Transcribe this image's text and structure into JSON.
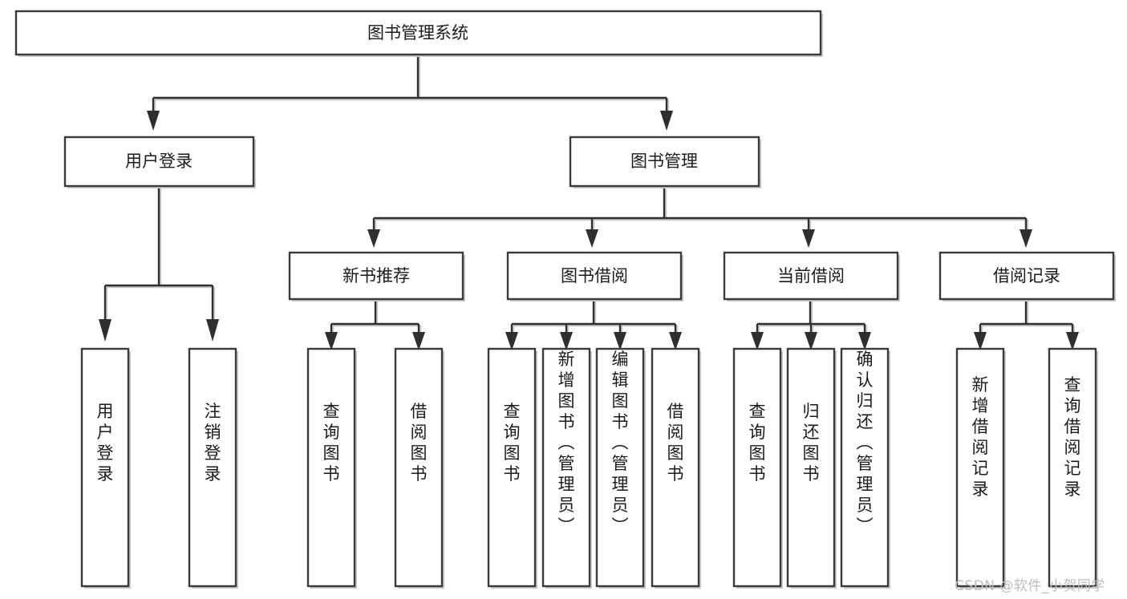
{
  "diagram": {
    "type": "tree",
    "title": "图书管理系统",
    "orientation": "top-down",
    "background_color": "#ffffff",
    "box_fill": "#ffffff",
    "box_stroke": "#3a3a3a",
    "edge_color": "#2f2f2f",
    "text_color": "#1b1b1b",
    "levels": 4
  },
  "nodes": {
    "root": {
      "label": "图书管理系统",
      "level": 1,
      "orient": "horizontal"
    },
    "user_login": {
      "label": "用户登录",
      "level": 2,
      "orient": "horizontal"
    },
    "book_manage": {
      "label": "图书管理",
      "level": 2,
      "orient": "horizontal"
    },
    "new_book_rec": {
      "label": "新书推荐",
      "level": 3,
      "orient": "horizontal"
    },
    "book_borrow": {
      "label": "图书借阅",
      "level": 3,
      "orient": "horizontal"
    },
    "current_borrow": {
      "label": "当前借阅",
      "level": 3,
      "orient": "horizontal"
    },
    "borrow_record": {
      "label": "借阅记录",
      "level": 3,
      "orient": "horizontal"
    },
    "leaf_user_login": {
      "label": "用户登录",
      "level": 4,
      "orient": "vertical",
      "parent": "user_login"
    },
    "leaf_logout": {
      "label": "注销登录",
      "level": 4,
      "orient": "vertical",
      "parent": "user_login"
    },
    "leaf_query_book_1": {
      "label": "查询图书",
      "level": 4,
      "orient": "vertical",
      "parent": "new_book_rec"
    },
    "leaf_borrow_book_1": {
      "label": "借阅图书",
      "level": 4,
      "orient": "vertical",
      "parent": "new_book_rec"
    },
    "leaf_query_book_2": {
      "label": "查询图书",
      "level": 4,
      "orient": "vertical",
      "parent": "book_borrow"
    },
    "leaf_add_book": {
      "label": "新增图书（管理员）",
      "level": 4,
      "orient": "vertical",
      "parent": "book_borrow"
    },
    "leaf_edit_book": {
      "label": "编辑图书（管理员）",
      "level": 4,
      "orient": "vertical",
      "parent": "book_borrow"
    },
    "leaf_borrow_book_2": {
      "label": "借阅图书",
      "level": 4,
      "orient": "vertical",
      "parent": "book_borrow"
    },
    "leaf_query_book_3": {
      "label": "查询图书",
      "level": 4,
      "orient": "vertical",
      "parent": "current_borrow"
    },
    "leaf_return_book": {
      "label": "归还图书",
      "level": 4,
      "orient": "vertical",
      "parent": "current_borrow"
    },
    "leaf_confirm_return": {
      "label": "确认归还（管理员）",
      "level": 4,
      "orient": "vertical",
      "parent": "current_borrow"
    },
    "leaf_add_record": {
      "label": "新增借阅记录",
      "level": 4,
      "orient": "vertical",
      "parent": "borrow_record"
    },
    "leaf_query_record": {
      "label": "查询借阅记录",
      "level": 4,
      "orient": "vertical",
      "parent": "borrow_record"
    }
  },
  "edges": [
    {
      "from": "root",
      "to": "user_login"
    },
    {
      "from": "root",
      "to": "book_manage"
    },
    {
      "from": "book_manage",
      "to": "new_book_rec"
    },
    {
      "from": "book_manage",
      "to": "book_borrow"
    },
    {
      "from": "book_manage",
      "to": "current_borrow"
    },
    {
      "from": "book_manage",
      "to": "borrow_record"
    },
    {
      "from": "user_login",
      "to": "leaf_user_login"
    },
    {
      "from": "user_login",
      "to": "leaf_logout"
    },
    {
      "from": "new_book_rec",
      "to": "leaf_query_book_1"
    },
    {
      "from": "new_book_rec",
      "to": "leaf_borrow_book_1"
    },
    {
      "from": "book_borrow",
      "to": "leaf_query_book_2"
    },
    {
      "from": "book_borrow",
      "to": "leaf_add_book"
    },
    {
      "from": "book_borrow",
      "to": "leaf_edit_book"
    },
    {
      "from": "book_borrow",
      "to": "leaf_borrow_book_2"
    },
    {
      "from": "current_borrow",
      "to": "leaf_query_book_3"
    },
    {
      "from": "current_borrow",
      "to": "leaf_return_book"
    },
    {
      "from": "current_borrow",
      "to": "leaf_confirm_return"
    },
    {
      "from": "borrow_record",
      "to": "leaf_add_record"
    },
    {
      "from": "borrow_record",
      "to": "leaf_query_record"
    }
  ],
  "watermark": {
    "text": "CSDN @软件_小贺同学"
  }
}
